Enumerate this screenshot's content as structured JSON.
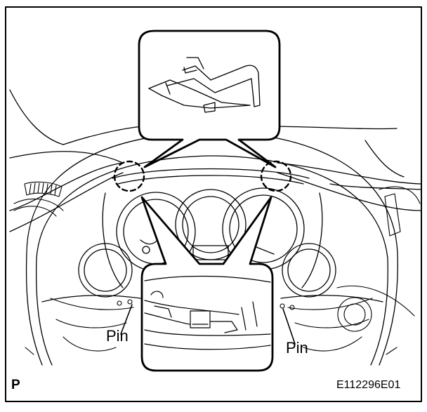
{
  "labels": {
    "pin_left": "Pin",
    "pin_right": "Pin",
    "corner": "P",
    "figure_code": "E112296E01"
  },
  "colors": {
    "line": "#000000",
    "background": "#ffffff"
  }
}
